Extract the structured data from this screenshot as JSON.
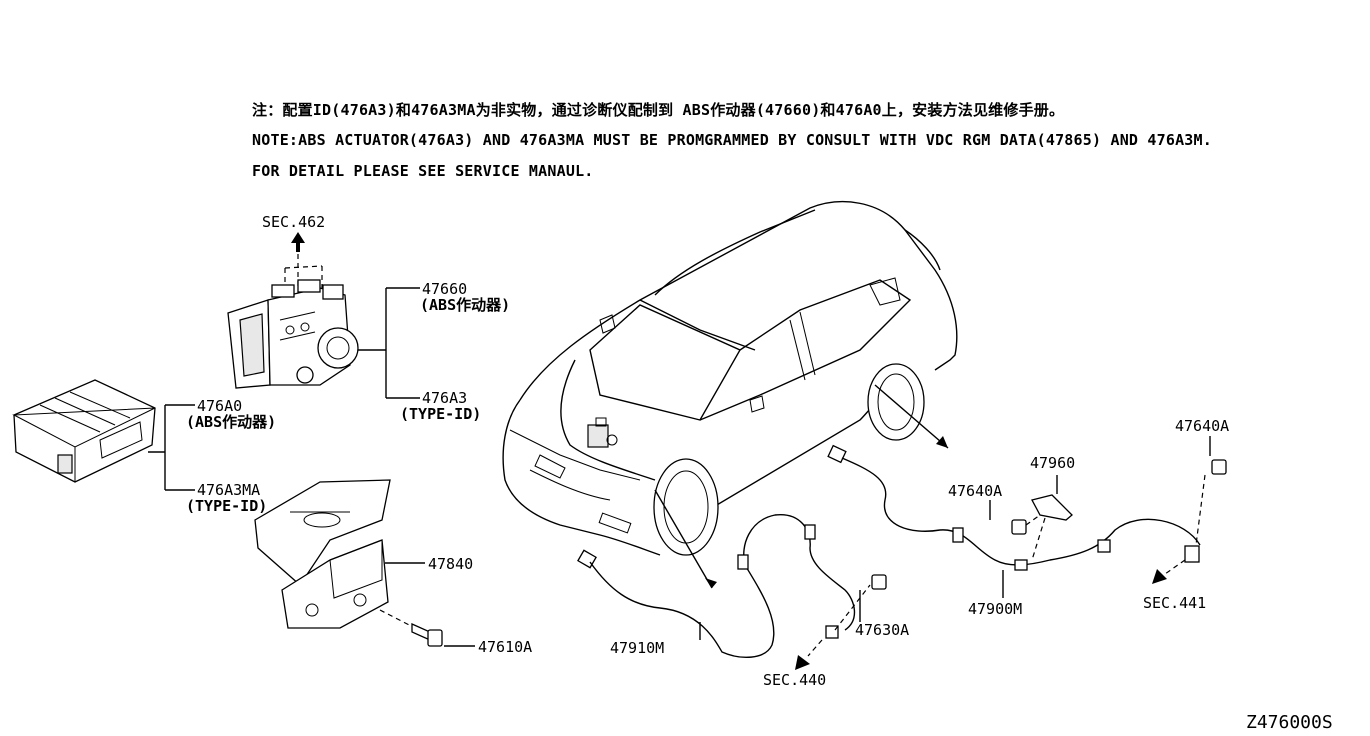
{
  "notes": {
    "cn": "注：配置ID(476A3)和476A3MA为非实物，通过诊断仪配制到 ABS作动器(47660)和476A0上，安装方法见维修手册。",
    "en1": "NOTE:ABS ACTUATOR(476A3) AND 476A3MA MUST BE PROMGRAMMED  BY CONSULT WITH VDC RGM DATA(47865) AND 476A3M.",
    "en2": "FOR DETAIL PLEASE SEE SERVICE MANAUL."
  },
  "labels": {
    "sec462": "SEC.462",
    "p47660": "47660",
    "p47660_desc": "(ABS作动器)",
    "p476A3": "476A3",
    "p476A3_desc": "(TYPE-ID)",
    "p476A0": "476A0",
    "p476A0_desc": "(ABS作动器)",
    "p476A3MA": "476A3MA",
    "p476A3MA_desc": "(TYPE-ID)",
    "p47840": "47840",
    "p47610A": "47610A",
    "p47910M": "47910M",
    "p47630A": "47630A",
    "sec440": "SEC.440",
    "p47900M": "47900M",
    "p47640A_left": "47640A",
    "p47960": "47960",
    "p47640A_right": "47640A",
    "sec441": "SEC.441",
    "diagram_id": "Z476000S"
  }
}
